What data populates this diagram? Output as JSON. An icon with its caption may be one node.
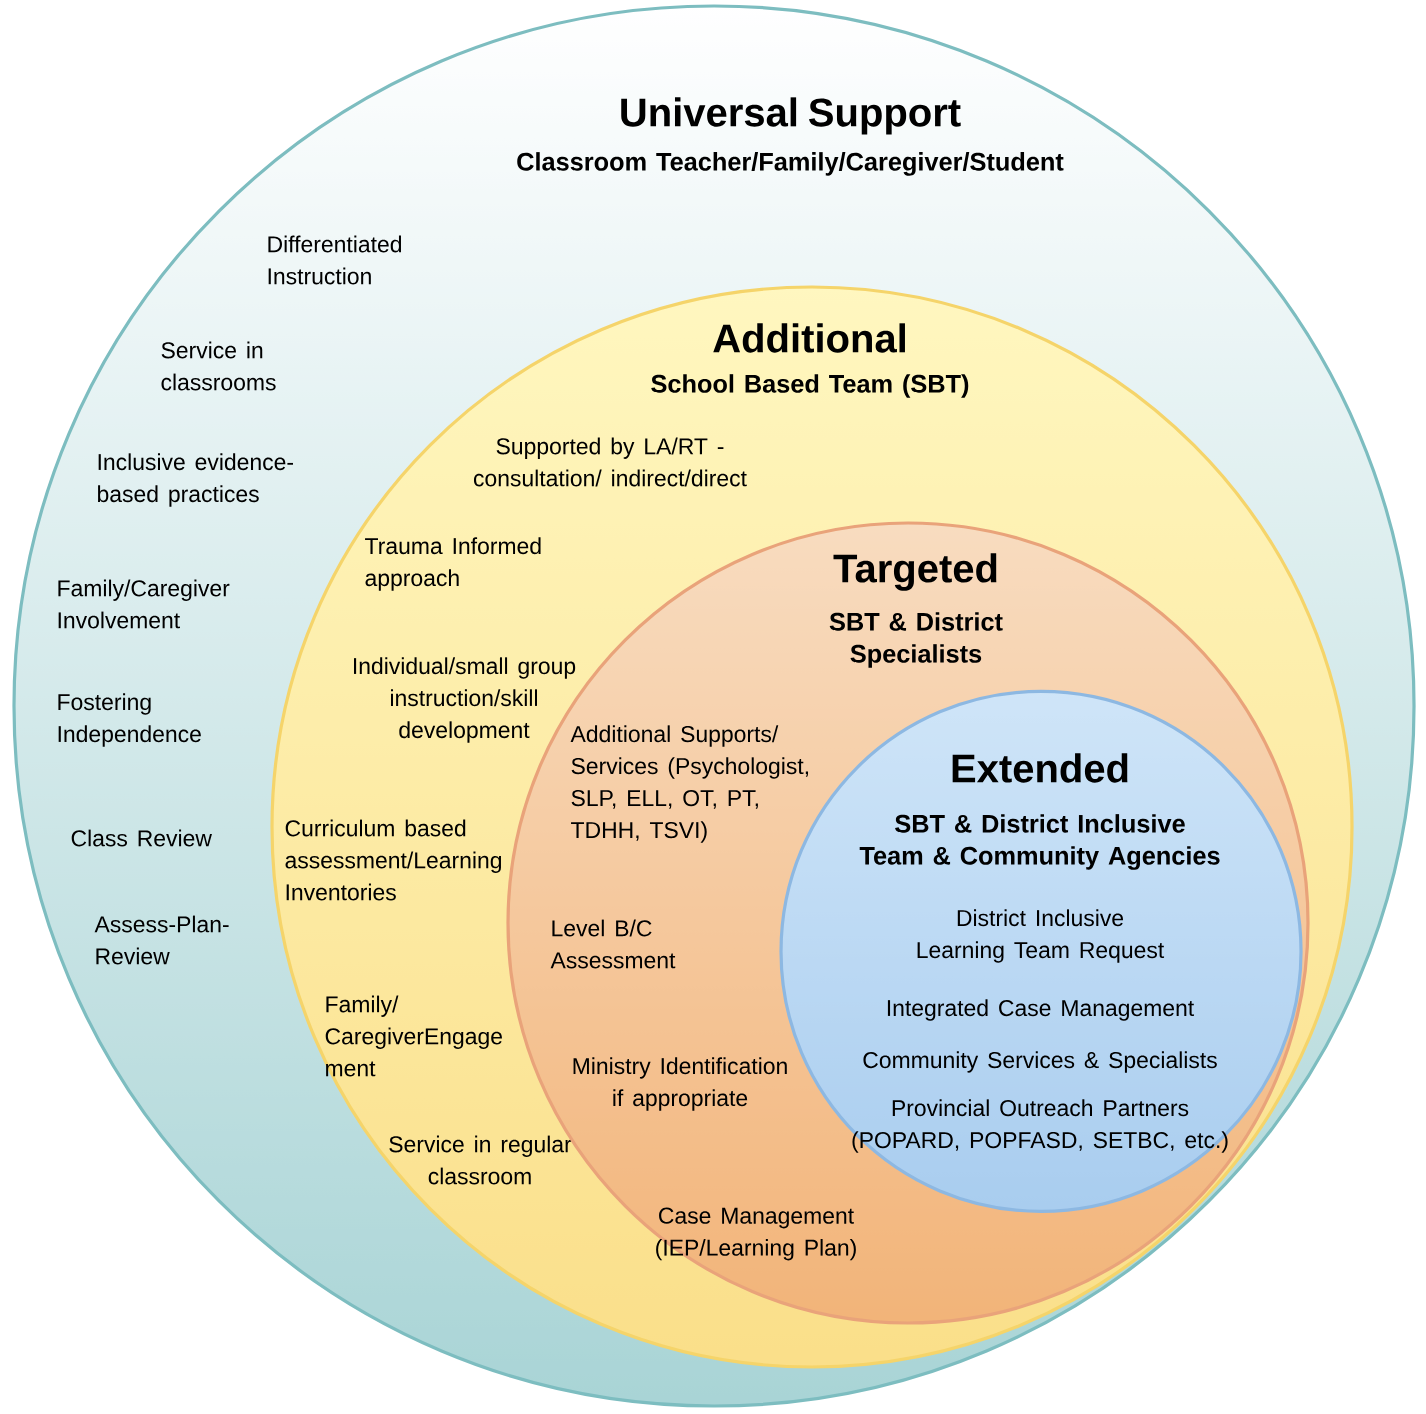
{
  "diagram": {
    "nodes": [
      {
        "text": [
          "Universal Support",
          "Classroom Teacher/Family/Caregiver/Student",
          "Differentiated Instruction",
          "Service in classrooms",
          "Inclusive evidence-based practices",
          "Family/Caregiver Involvement",
          "Fostering Independence",
          "Class Review",
          "Assess-Plan-Review"
        ]
      },
      {
        "text": [
          "Additional",
          "School Based Team (SBT)",
          "Supported by LA/RT -consultation/ indirect/direct",
          "Trauma Informed approach",
          "Individual/small group instruction/skill development",
          "Curriculum based assessment/Learning Inventories",
          "Family/ CaregiverEngage ment",
          "Service in regular classroom"
        ],
        "in": 0
      },
      {
        "text": [
          "Targeted",
          "SBT & District Specialists",
          "Additional Supports/ Services (Psychologist, SLP, ELL, OT, PT, TDHH, TSVI)",
          "Level B/C Assessment",
          "Ministry Identification if appropriate",
          "Case Management (IEP/Learning Plan)"
        ],
        "in": 1
      },
      {
        "text": [
          "Extended",
          "SBT & District Inclusive Team & Community Agencies",
          "District Inclusive Learning Team Request",
          "Integrated Case Management",
          "Community Services & Specialists",
          "Provincial Outreach Partners (POPARD, POPFASD, SETBC, etc.)"
        ],
        "in": 2
      }
    ]
  }
}
